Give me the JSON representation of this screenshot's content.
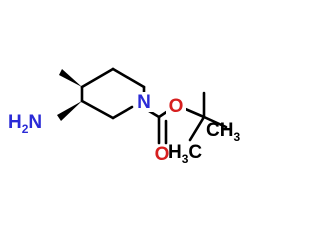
{
  "molecule": {
    "atoms": [
      {
        "id": "N1",
        "text": "N",
        "role": "ring-nitrogen",
        "color": "#2b2bd6"
      },
      {
        "id": "N2",
        "text": "H",
        "sub": "2",
        "suffix": "N",
        "role": "amino-group",
        "color": "#2b2bd6"
      },
      {
        "id": "O1",
        "text": "O",
        "role": "ester-oxygen",
        "color": "#d61f1f"
      },
      {
        "id": "O2",
        "text": "O",
        "role": "carbonyl-oxygen",
        "color": "#d61f1f"
      },
      {
        "id": "C1",
        "text": "H",
        "sub": "3",
        "suffix": "C",
        "role": "methyl-left"
      },
      {
        "id": "C2",
        "text": "CH",
        "sub": "3",
        "role": "methyl-right"
      }
    ]
  },
  "colors": {
    "bond": "#000000",
    "nitrogen": "#2b2bd6",
    "oxygen": "#d61f1f",
    "carbon": "#000000"
  }
}
